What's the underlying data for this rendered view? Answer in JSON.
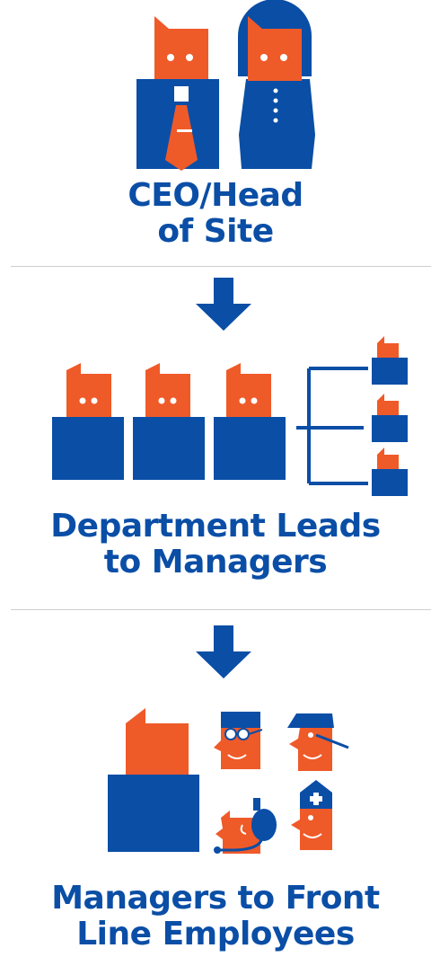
{
  "colors": {
    "blue": "#0a4ea6",
    "orange": "#ef5a29",
    "white": "#ffffff",
    "divider": "#cfcfcf"
  },
  "levels": [
    {
      "title_line1": "CEO/Head",
      "title_line2": "of Site",
      "figures": [
        "executive-man-icon",
        "executive-woman-icon"
      ]
    },
    {
      "title_line1": "Department Leads",
      "title_line2": "to Managers",
      "figures": [
        "department-lead-icon",
        "department-lead-icon",
        "department-lead-icon",
        "org-tree-icon"
      ]
    },
    {
      "title_line1": "Managers to Front",
      "title_line2": "Line Employees",
      "figures": [
        "manager-icon",
        "worker-glasses-icon",
        "worker-cap-icon",
        "worker-headset-icon",
        "nurse-icon"
      ]
    }
  ]
}
